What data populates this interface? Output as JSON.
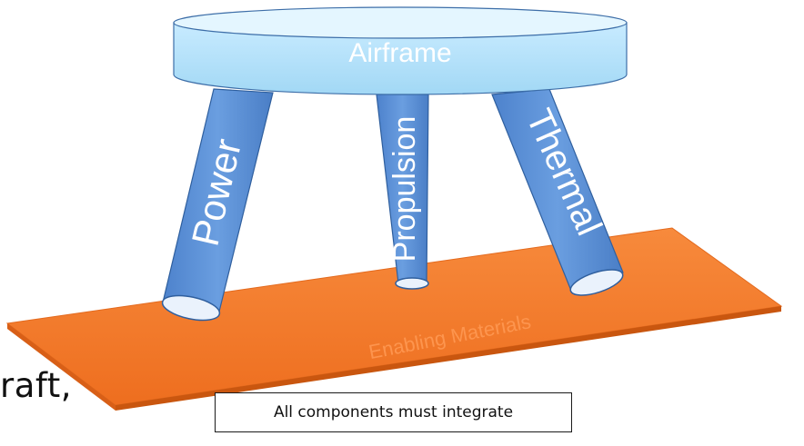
{
  "diagram": {
    "top_label": "Airframe",
    "legs": [
      {
        "label": "Power"
      },
      {
        "label": "Propulsion"
      },
      {
        "label": "Thermal"
      }
    ],
    "base_label": "Enabling Materials",
    "caption": "All components must integrate",
    "partial_text": "raft,"
  },
  "colors": {
    "seat_top": "#dff4ff",
    "seat_side": "#a9dcf7",
    "leg_fill": "#5b8fd6",
    "leg_edge": "#2f5f9e",
    "base_fill": "#f47a2a",
    "base_label_color": "#e06a20"
  }
}
